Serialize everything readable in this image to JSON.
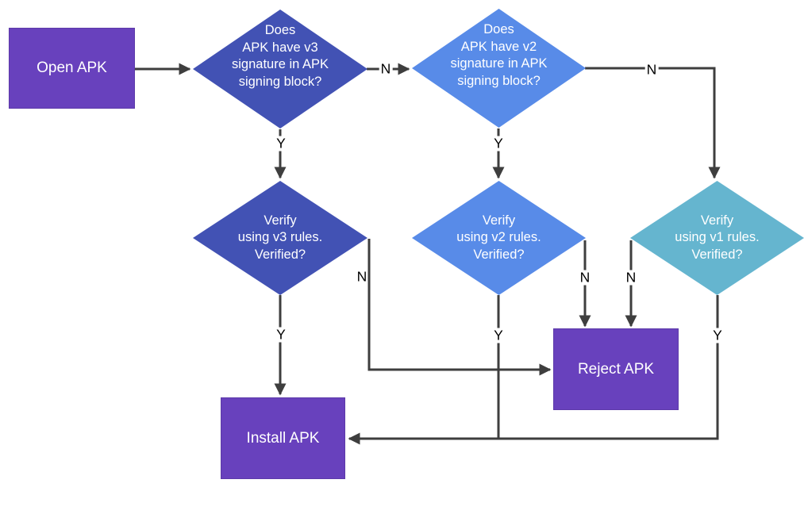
{
  "diagram": {
    "kind": "flowchart",
    "topic": "APK signature verification"
  },
  "colors": {
    "process_purple": "#6841BD",
    "decision_indigo": "#4252B4",
    "decision_blue": "#588BE8",
    "decision_teal": "#65B5CF",
    "connector_gray": "#3E3E3E",
    "node_text": "#FFFFFF",
    "edge_label_text": "#000000",
    "background": "#FFFFFF"
  },
  "nodes": {
    "open_apk": {
      "label": "Open APK",
      "shape": "rectangle"
    },
    "has_v3": {
      "label": "Does\nAPK have v3\nsignature in APK\nsigning block?",
      "shape": "diamond"
    },
    "has_v2": {
      "label": "Does\nAPK have v2\nsignature in APK\nsigning block?",
      "shape": "diamond"
    },
    "verify_v3": {
      "label": "Verify\nusing v3 rules.\nVerified?",
      "shape": "diamond"
    },
    "verify_v2": {
      "label": "Verify\nusing v2 rules.\nVerified?",
      "shape": "diamond"
    },
    "verify_v1": {
      "label": "Verify\nusing v1 rules.\nVerified?",
      "shape": "diamond"
    },
    "install_apk": {
      "label": "Install APK",
      "shape": "rectangle"
    },
    "reject_apk": {
      "label": "Reject APK",
      "shape": "rectangle"
    }
  },
  "edges": {
    "open_to_has_v3": "",
    "has_v3_to_has_v2": "N",
    "has_v3_to_verify_v3": "Y",
    "has_v2_to_verify_v1": "N",
    "has_v2_to_verify_v2": "Y",
    "verify_v3_to_install": "Y",
    "verify_v3_to_reject": "N",
    "verify_v2_to_reject": "N",
    "verify_v2_to_install": "Y",
    "verify_v1_to_reject": "N",
    "verify_v1_to_install": "Y"
  }
}
